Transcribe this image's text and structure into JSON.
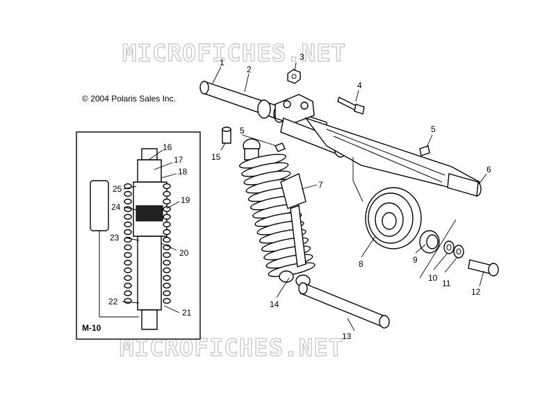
{
  "watermark": {
    "text": "MICROFICHES.NET"
  },
  "copyright": "© 2004 Polaris Sales Inc.",
  "inset": {
    "label": "M-10"
  },
  "callouts": [
    "1",
    "2",
    "3",
    "4",
    "5",
    "5",
    "6",
    "7",
    "8",
    "9",
    "10",
    "11",
    "12",
    "13",
    "14",
    "15",
    "16",
    "17",
    "18",
    "19",
    "20",
    "21",
    "22",
    "23",
    "24",
    "25"
  ]
}
